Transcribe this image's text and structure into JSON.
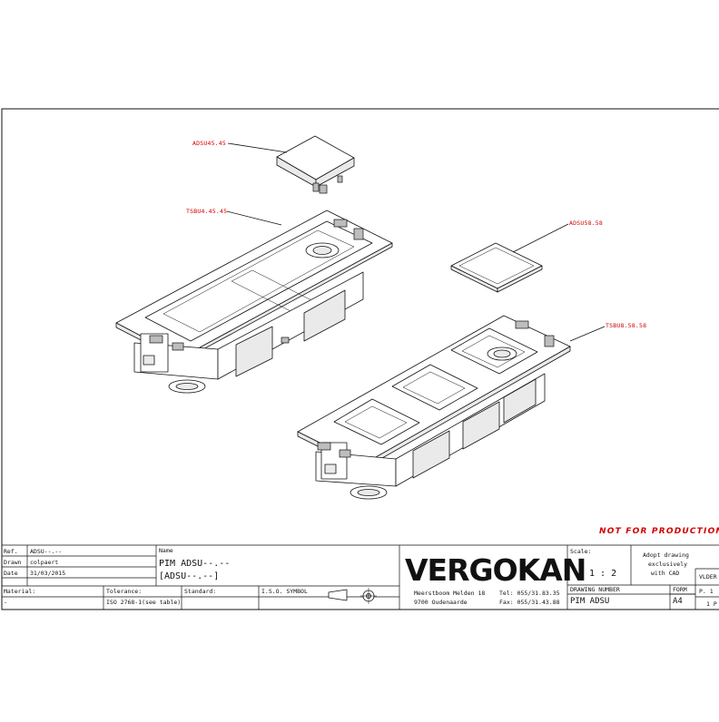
{
  "callouts": {
    "cover_small": "ADSU45.45",
    "box_small": "TSBU4.45.45",
    "cover_large": "ADSU58.58",
    "box_large": "TSBU8.58.58"
  },
  "banner": "NOT FOR PRODUCTION",
  "title_block": {
    "ref_label": "Ref.",
    "ref_value": "ADSU--.--",
    "drawn_label": "Drawn",
    "drawn_value": "colpaert",
    "date_label": "Date",
    "date_value": "31/03/2015",
    "name_label": "Name",
    "name_line1": "PIM ADSU--.--",
    "name_line2": "[ADSU--.--]",
    "material_label": "Material:",
    "material_value": "-",
    "tolerance_label": "Tolerance:",
    "tolerance_value": "ISO 2768-1(see table)",
    "standard_label": "Standard:",
    "iso_label": "I.S.O. SYMBOL",
    "logo": "VERGOKAN",
    "address1": "Meerstboom Melden 18",
    "address2": "9700 Oudenaarde",
    "tel": "Tel: 055/31.83.35",
    "fax": "Fax: 055/31.43.88",
    "scale_label": "Scale:",
    "scale_value": "1 : 2",
    "adopt_note1": "Adopt drawing",
    "adopt_note2": "exclusively",
    "adopt_note3": "with CAD",
    "drawing_number_label": "DRAWING NUMBER",
    "drawing_number_value": "PIM ADSU",
    "form_label": "FORM",
    "form_value": "A4",
    "folder_label": "VLDER",
    "page_label": "P. 1",
    "page_value": "1 P"
  }
}
